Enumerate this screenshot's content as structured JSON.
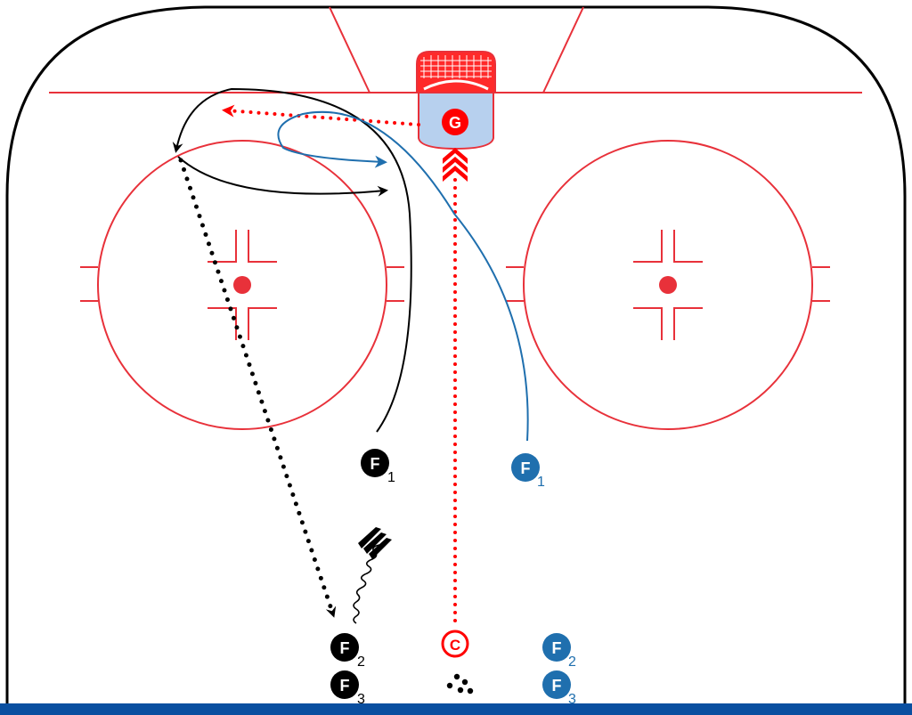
{
  "colors": {
    "rink_line": "#e8313a",
    "offense_black": "#000000",
    "defense_blue": "#1f6fae",
    "coach_red": "#ff0000",
    "goal_crease": "#b7d0ee",
    "blue_line": "#0a4fa0"
  },
  "goalie": {
    "letter": "G"
  },
  "coach": {
    "letter": "C"
  },
  "pucks": {
    "icon": "puck-pile-icon",
    "count": 5
  },
  "players": {
    "black_f1": {
      "letter": "F",
      "sub": "1"
    },
    "black_f2": {
      "letter": "F",
      "sub": "2"
    },
    "black_f3": {
      "letter": "F",
      "sub": "3"
    },
    "blue_f1": {
      "letter": "F",
      "sub": "1"
    },
    "blue_f2": {
      "letter": "F",
      "sub": "2"
    },
    "blue_f3": {
      "letter": "F",
      "sub": "3"
    }
  },
  "routes": [
    {
      "name": "coach-pass-to-goal",
      "style": "dotted-pass",
      "color": "red"
    },
    {
      "name": "goalie-pass-to-corner",
      "style": "dotted-pass",
      "color": "red"
    },
    {
      "name": "black-f1-skate-route",
      "style": "skate",
      "color": "black"
    },
    {
      "name": "blue-f1-skate-route",
      "style": "skate",
      "color": "blue"
    },
    {
      "name": "corner-pass-to-f2",
      "style": "dotted-pass",
      "color": "black"
    },
    {
      "name": "f2-skate-with-puck",
      "style": "wavy-skate",
      "color": "black"
    }
  ]
}
